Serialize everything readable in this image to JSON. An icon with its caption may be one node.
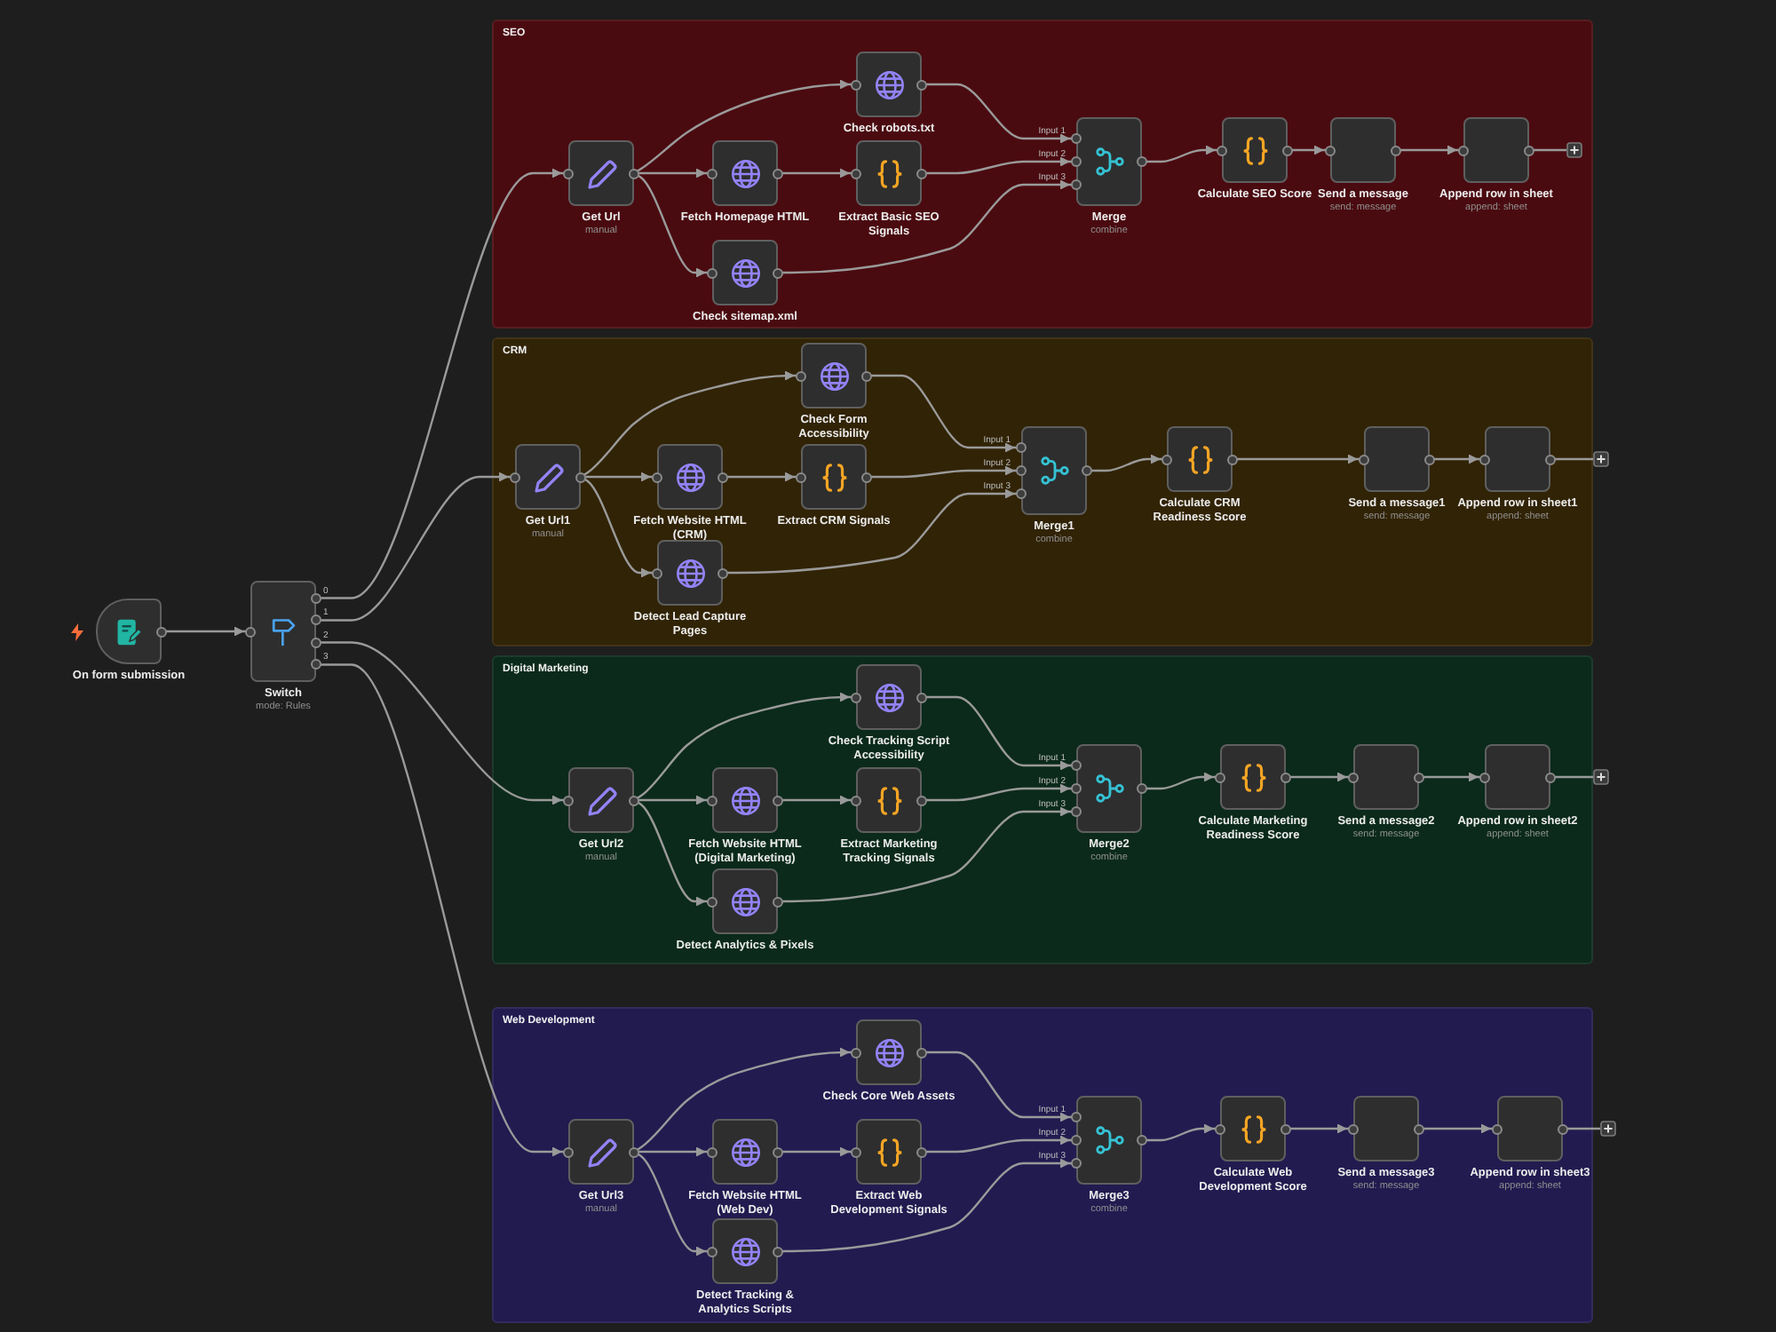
{
  "diagram": {
    "nodes": [
      {
        "text": [
          "On form submission"
        ]
      },
      {
        "text": [
          "Switch",
          "mode: Rules"
        ],
        "beside": [
          "0",
          "1",
          "2",
          "3"
        ]
      },
      {
        "text": [
          "SEO"
        ]
      },
      {
        "text": [
          "Get Url",
          "manual"
        ],
        "in": 2
      },
      {
        "text": [
          "Fetch Homepage HTML"
        ],
        "in": 2
      },
      {
        "text": [
          "Check robots.txt"
        ],
        "in": 2
      },
      {
        "text": [
          "Extract Basic SEO Signals"
        ],
        "in": 2
      },
      {
        "text": [
          "Check sitemap.xml"
        ],
        "in": 2
      },
      {
        "text": [
          "Merge",
          "combine"
        ],
        "beside": [
          "Input 1",
          "Input 2",
          "Input 3"
        ],
        "in": 2
      },
      {
        "text": [
          "Calculate SEO Score"
        ],
        "in": 2
      },
      {
        "text": [
          "Send a message",
          "send: message"
        ],
        "in": 2
      },
      {
        "text": [
          "Append row in sheet",
          "append: sheet"
        ],
        "in": 2
      },
      {
        "text": [],
        "shape": "box",
        "in": 2
      },
      {
        "text": [
          "CRM"
        ]
      },
      {
        "text": [
          "Get Url1",
          "manual"
        ],
        "in": 13
      },
      {
        "text": [
          "Fetch Website HTML (CRM)"
        ],
        "in": 13
      },
      {
        "text": [
          "Check Form Accessibility"
        ],
        "in": 13
      },
      {
        "text": [
          "Extract CRM Signals"
        ],
        "in": 13
      },
      {
        "text": [
          "Detect Lead Capture Pages"
        ],
        "in": 13
      },
      {
        "text": [
          "Merge1",
          "combine"
        ],
        "beside": [
          "Input 1",
          "Input 2",
          "Input 3"
        ],
        "in": 13
      },
      {
        "text": [
          "Calculate CRM Readiness Score"
        ],
        "in": 13
      },
      {
        "text": [
          "Send a message1",
          "send: message"
        ],
        "in": 13
      },
      {
        "text": [
          "Append row in sheet1",
          "append: sheet"
        ],
        "in": 13
      },
      {
        "text": [],
        "shape": "box"
      },
      {
        "text": [
          "Digital Marketing"
        ]
      },
      {
        "text": [
          "Get Url2",
          "manual"
        ],
        "in": 24
      },
      {
        "text": [
          "Fetch Website HTML (Digital Marketing)"
        ],
        "in": 24
      },
      {
        "text": [
          "Check Tracking Script Accessibility"
        ],
        "in": 24
      },
      {
        "text": [
          "Extract Marketing Tracking Signals"
        ],
        "in": 24
      },
      {
        "text": [
          "Detect Analytics & Pixels"
        ],
        "in": 24
      },
      {
        "text": [
          "Merge2",
          "combine"
        ],
        "beside": [
          "Input 1",
          "Input 2",
          "Input 3"
        ],
        "in": 24
      },
      {
        "text": [
          "Calculate Marketing Readiness Score"
        ],
        "in": 24
      },
      {
        "text": [
          "Send a message2",
          "send: message"
        ],
        "in": 24
      },
      {
        "text": [
          "Append row in sheet2",
          "append: sheet"
        ],
        "in": 24
      },
      {
        "text": [],
        "shape": "box"
      },
      {
        "text": [
          "Web Development"
        ]
      },
      {
        "text": [
          "Get Url3",
          "manual"
        ],
        "in": 35
      },
      {
        "text": [
          "Fetch Website HTML (Web Dev)"
        ],
        "in": 35
      },
      {
        "text": [
          "Check Core Web Assets"
        ],
        "in": 35
      },
      {
        "text": [
          "Extract Web Development Signals"
        ],
        "in": 35
      },
      {
        "text": [
          "Detect Tracking & Analytics Scripts"
        ],
        "in": 35
      },
      {
        "text": [
          "Merge3",
          "combine"
        ],
        "beside": [
          "Input 1",
          "Input 2",
          "Input 3"
        ],
        "in": 35
      },
      {
        "text": [
          "Calculate Web Development Score"
        ],
        "in": 35
      },
      {
        "text": [
          "Send a message3",
          "send: message"
        ],
        "in": 35
      },
      {
        "text": [
          "Append row in sheet3",
          "append: sheet"
        ],
        "in": 35
      },
      {
        "text": [],
        "shape": "box"
      }
    ],
    "edges": [
      {
        "from": 0,
        "to": 1,
        "arrow": "to"
      },
      {
        "from": 1,
        "to": 3,
        "arrow": "to"
      },
      {
        "from": 1,
        "to": 14,
        "arrow": "to"
      },
      {
        "from": 1,
        "to": 25,
        "arrow": "to"
      },
      {
        "from": 1,
        "to": 36,
        "arrow": "to"
      },
      {
        "from": 3,
        "to": 4,
        "arrow": "to"
      },
      {
        "from": 3,
        "to": 5,
        "arrow": "to"
      },
      {
        "from": 3,
        "to": 7,
        "arrow": "to"
      },
      {
        "from": 4,
        "to": 6,
        "arrow": "to"
      },
      {
        "from": 5,
        "to": 8,
        "arrow": "to"
      },
      {
        "from": 6,
        "to": 8,
        "arrow": "to"
      },
      {
        "from": 7,
        "to": 8,
        "arrow": "to"
      },
      {
        "from": 8,
        "to": 9,
        "arrow": "to"
      },
      {
        "from": 9,
        "to": 10,
        "arrow": "to"
      },
      {
        "from": 10,
        "to": 11,
        "arrow": "to"
      },
      {
        "from": 11,
        "to": 12,
        "arrow": "none"
      },
      {
        "from": 14,
        "to": 15,
        "arrow": "to"
      },
      {
        "from": 14,
        "to": 16,
        "arrow": "to"
      },
      {
        "from": 14,
        "to": 18,
        "arrow": "to"
      },
      {
        "from": 15,
        "to": 17,
        "arrow": "to"
      },
      {
        "from": 16,
        "to": 19,
        "arrow": "to"
      },
      {
        "from": 17,
        "to": 19,
        "arrow": "to"
      },
      {
        "from": 18,
        "to": 19,
        "arrow": "to"
      },
      {
        "from": 19,
        "to": 20,
        "arrow": "to"
      },
      {
        "from": 20,
        "to": 21,
        "arrow": "to"
      },
      {
        "from": 21,
        "to": 22,
        "arrow": "to"
      },
      {
        "from": 22,
        "to": 23,
        "arrow": "none"
      },
      {
        "from": 25,
        "to": 26,
        "arrow": "to"
      },
      {
        "from": 25,
        "to": 27,
        "arrow": "to"
      },
      {
        "from": 25,
        "to": 29,
        "arrow": "to"
      },
      {
        "from": 26,
        "to": 28,
        "arrow": "to"
      },
      {
        "from": 27,
        "to": 30,
        "arrow": "to"
      },
      {
        "from": 28,
        "to": 30,
        "arrow": "to"
      },
      {
        "from": 29,
        "to": 30,
        "arrow": "to"
      },
      {
        "from": 30,
        "to": 31,
        "arrow": "to"
      },
      {
        "from": 31,
        "to": 32,
        "arrow": "to"
      },
      {
        "from": 32,
        "to": 33,
        "arrow": "to"
      },
      {
        "from": 33,
        "to": 34,
        "arrow": "none"
      },
      {
        "from": 36,
        "to": 37,
        "arrow": "to"
      },
      {
        "from": 36,
        "to": 38,
        "arrow": "to"
      },
      {
        "from": 36,
        "to": 40,
        "arrow": "to"
      },
      {
        "from": 37,
        "to": 39,
        "arrow": "to"
      },
      {
        "from": 38,
        "to": 41,
        "arrow": "to"
      },
      {
        "from": 39,
        "to": 41,
        "arrow": "to"
      },
      {
        "from": 40,
        "to": 41,
        "arrow": "to"
      },
      {
        "from": 41,
        "to": 42,
        "arrow": "to"
      },
      {
        "from": 42,
        "to": 43,
        "arrow": "to"
      },
      {
        "from": 43,
        "to": 44,
        "arrow": "to"
      },
      {
        "from": 44,
        "to": 45,
        "arrow": "none"
      }
    ]
  }
}
